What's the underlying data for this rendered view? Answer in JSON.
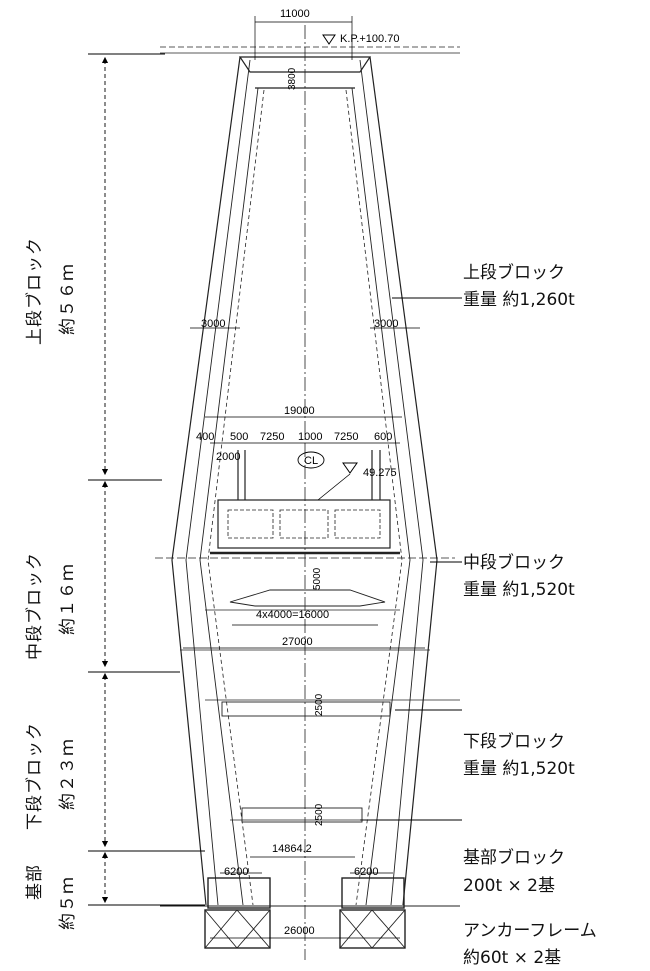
{
  "elevation": {
    "top_level": "K.P.+100.70",
    "mid_level": "49.275"
  },
  "dimensions": {
    "top_width": "11000",
    "top_height": "3800",
    "wall_left": "3000",
    "wall_right": "3000",
    "beam_width": "19000",
    "beam_parts": [
      "400",
      "500",
      "7250",
      "1000",
      "7250",
      "600"
    ],
    "beam_sub": "2000",
    "centerline": "CL",
    "mid_height": "5000",
    "mid_span": "4x4000=16000",
    "mid_width": "27000",
    "lower_height_1": "2500",
    "lower_height_2": "2500",
    "lower_width": "14864.2",
    "base_left": "6200",
    "base_right": "6200",
    "anchor_width": "26000"
  },
  "left_labels": [
    {
      "name": "上段ブロック",
      "size": "約５６ｍ"
    },
    {
      "name": "中段ブロック",
      "size": "約１６ｍ"
    },
    {
      "name": "下段ブロック",
      "size": "約２３ｍ"
    },
    {
      "name": "基部",
      "size": "約５ｍ"
    }
  ],
  "right_labels": [
    {
      "line1": "上段ブロック",
      "line2": "重量 約1,260t"
    },
    {
      "line1": "中段ブロック",
      "line2": "重量 約1,520t"
    },
    {
      "line1": "下段ブロック",
      "line2": "重量 約1,520t"
    },
    {
      "line1": "基部ブロック",
      "line2": "200t × 2基"
    },
    {
      "line1": "アンカーフレーム",
      "line2": "約60t × 2基"
    }
  ]
}
